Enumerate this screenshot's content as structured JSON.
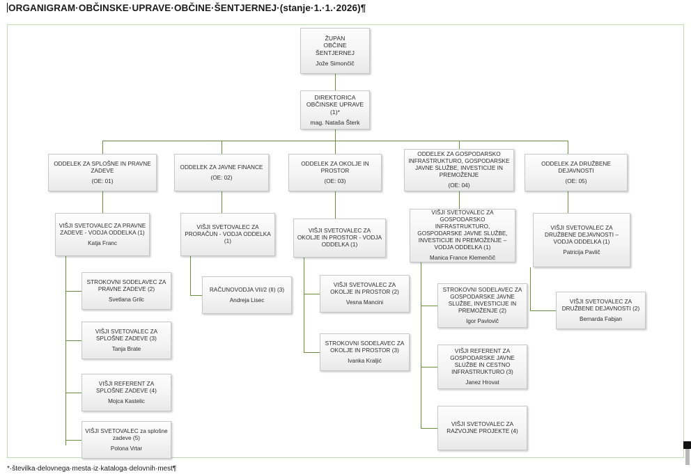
{
  "document": {
    "title": "ORGANIGRAM·OBČINSKE·UPRAVE·OBČINE·ŠENTJERNEJ·(stanje·1.·1.·2026)¶",
    "footnote": "*·številka·delovnega·mesta·iz·kataloga·delovnih·mest¶"
  },
  "theme": {
    "connector_color": "#6b8f3f",
    "canvas_border_color": "#c3dcae",
    "box_border_color": "#c8c8c8",
    "text_color": "#2b2b2b"
  },
  "chart": {
    "mayor": {
      "role_line1": "ŽUPAN",
      "role_line2": "OBČINE ŠENTJERNEJ",
      "person": "Jože Simončič"
    },
    "director": {
      "role_line1": "DIREKTORICA OBČINSKE UPRAVE",
      "role_line2": "(1)*",
      "person": "mag. Nataša Šterk"
    },
    "departments": [
      {
        "name": "ODDELEK ZA SPLOŠNE IN PRAVNE ZADEVE",
        "code": "(OE: 01)",
        "head": {
          "role": "VIŠJI SVETOVALEC ZA PRAVNE ZADEVE - VODJA ODDELKA (1)",
          "person": "Katja Franc"
        },
        "staff": [
          {
            "role": "STROKOVNI SODELAVEC ZA PRAVNE ZADEVE (2)",
            "person": "Svetlana Grilc"
          },
          {
            "role": "VIŠJI SVETOVALEC ZA SPLOŠNE ZADEVE (3)",
            "person": "Tanja Brate"
          },
          {
            "role": "VIŠJI REFERENT ZA SPLOŠNE ZADEVE (4)",
            "person": "Mojca Kastelic"
          },
          {
            "role": "VIŠJI SVETOVALEC za splošne zadeve (5)",
            "person": "Polona Vrtar"
          }
        ]
      },
      {
        "name": "ODDELEK ZA JAVNE FINANCE",
        "code": "(OE: 02)",
        "head": {
          "role": "VIŠJI SVETOVALEC ZA PRORAČUN - VODJA ODDELKA (1)",
          "person": ""
        },
        "staff": [
          {
            "role": "RAČUNOVODJA VII/2 (II) (3)",
            "person": "Andreja Lisec"
          }
        ]
      },
      {
        "name": "ODDELEK ZA OKOLJE IN PROSTOR",
        "code": "(OE: 03)",
        "head": {
          "role": "VIŠJI SVETOVALEC ZA OKOLJE IN PROSTOR - VODJA ODDELKA (1)",
          "person": ""
        },
        "staff": [
          {
            "role": "VIŠJI SVETOVALEC ZA OKOLJE IN PROSTOR (2)",
            "person": "Vesna Mancini"
          },
          {
            "role": "STROKOVNI SODELAVEC ZA OKOLJE IN PROSTOR (3)",
            "person": "Ivanka Kraljić"
          }
        ]
      },
      {
        "name": "ODDELEK ZA GOSPODARSKO INFRASTRUKTURO, GOSPODARSKE JAVNE SLUŽBE, INVESTICIJE IN PREMOŽENJE",
        "code": "(OE: 04)",
        "head": {
          "role": "VIŠJI SVETOVALEC ZA GOSPODARSKO INFRASTRUKTURO, GOSPODARSKE JAVNE SLUŽBE, INVESTICIJE IN PREMOŽENJE – VODJA ODDELKA (1)",
          "person": "Manica France Klemenčič"
        },
        "staff": [
          {
            "role": "STROKOVNI SODELAVEC ZA GOSPODARSKE JAVNE SLUŽBE, INVESTICIJE IN PREMOŽENJE (2)",
            "person": "Igor Pavlovič"
          },
          {
            "role": "VIŠJI REFERENT ZA GOSPODARSKE JAVNE SLUŽBE IN CESTNO INFRASTRUKTURO (3)",
            "person": "Janez Hrovat"
          },
          {
            "role": "VIŠJI SVETOVALEC ZA RAZVOJNE PROJEKTE (4)",
            "person": ""
          }
        ]
      },
      {
        "name": "ODDELEK ZA DRUŽBENE DEJAVNOSTI",
        "code": "(OE: 05)",
        "head": {
          "role": "VIŠJI SVETOVALEC ZA DRUŽBENE DEJAVNOSTI – VODJA ODDELKA (1)",
          "person": "Patricija Pavlič"
        },
        "staff": [
          {
            "role": "VIŠJI SVETOVALEC ZA DRUŽBENE DEJAVNOSTI (2)",
            "person": "Bernarda Fabjan"
          }
        ]
      }
    ]
  }
}
